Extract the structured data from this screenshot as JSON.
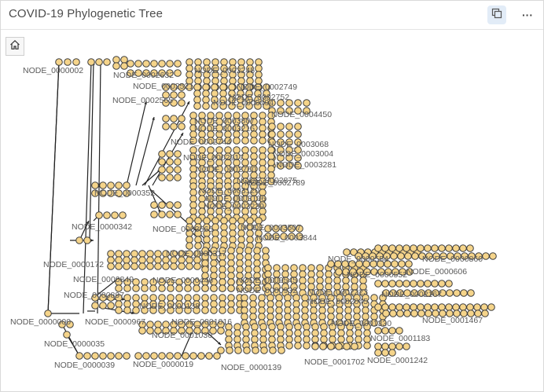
{
  "window": {
    "title": "COVID-19 Phylogenetic Tree"
  },
  "toolbar": {
    "icons": [
      "layers-icon",
      "more-icon"
    ],
    "more_label": "···"
  },
  "map_controls": {
    "home_icon": "home-icon"
  },
  "colors": {
    "node_fill": "#f5d48a",
    "node_stroke": "#3d3d3d",
    "edge": "#222222"
  },
  "node_labels": [
    "NODE_0000002",
    "NODE_0002632",
    "NODE_0002521",
    "NODE_0002565",
    "NODE_0002245",
    "NODE_0002749",
    "NODE_0002752",
    "NODE_0003494",
    "NODE_0004450",
    "NODE_0003807",
    "NODE_0003215",
    "NODE_0002744",
    "NODE_0003068",
    "NODE_0003004",
    "NODE_0002917",
    "NODE_0003281",
    "NODE_0002760",
    "NODE_0002789",
    "NODE_0002875",
    "NODE_0000352",
    "NODE_0003120",
    "NODE_0003106",
    "NODE_0003239",
    "NODE_0000342",
    "NODE_0003565",
    "NODE_0003507",
    "NODE_0003844",
    "NODE_0000172",
    "NODE_0000554",
    "NODE_0000860",
    "NODE_0000606",
    "NODE_0000849",
    "NODE_0000446",
    "NODE_0000552",
    "NODE_0000545",
    "NODE_0000897",
    "NODE_0000932",
    "NODE_0002223",
    "NODE_0002167",
    "NODE_0002045",
    "NODE_0000000",
    "NODE_0000967",
    "NODE_0001016",
    "NODE_0001330",
    "NODE_0001467",
    "NODE_0000035",
    "NODE_0001030",
    "NODE_0001183",
    "NODE_0000039",
    "NODE_0000019",
    "NODE_0000139",
    "NODE_0001702",
    "NODE_0001242",
    "NODE_0000138",
    "NODE_0000317"
  ]
}
